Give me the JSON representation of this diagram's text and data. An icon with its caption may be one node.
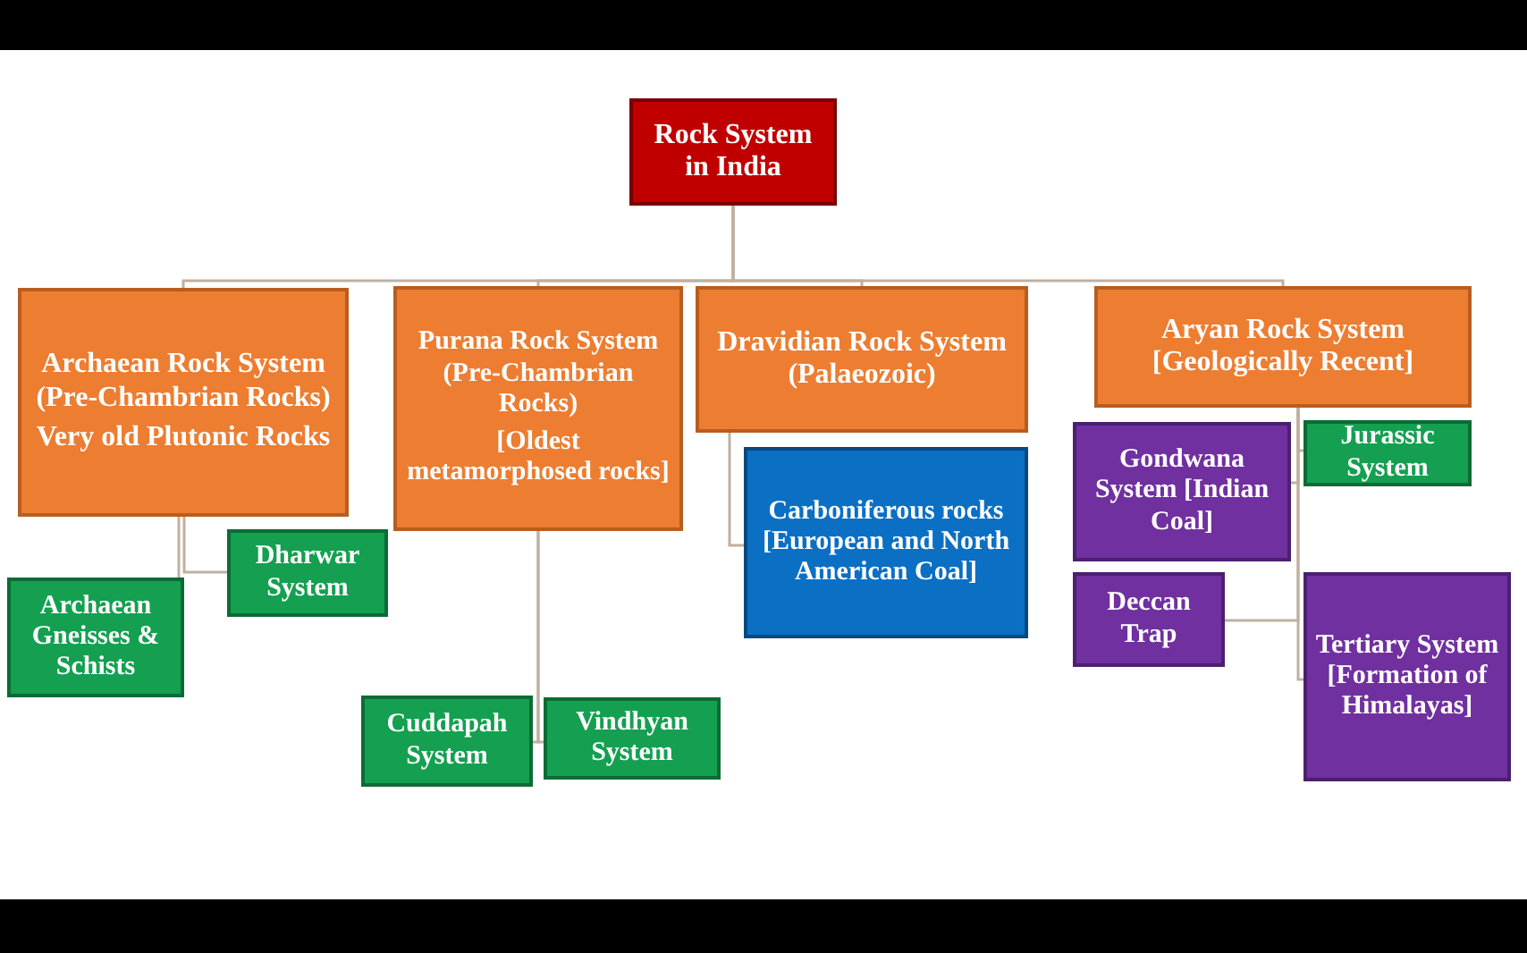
{
  "diagram": {
    "nodes": [
      {
        "text": [
          "Rock System in India"
        ]
      },
      {
        "text": [
          "Archaean Rock System (Pre-Chambrian Rocks)",
          "Very old Plutonic Rocks"
        ]
      },
      {
        "text": [
          "Purana Rock System  (Pre-Chambrian Rocks)",
          "[Oldest metamorphosed rocks]"
        ]
      },
      {
        "text": [
          "Dravidian Rock System (Palaeozoic)"
        ]
      },
      {
        "text": [
          "Aryan Rock System [Geologically Recent]"
        ]
      },
      {
        "text": [
          "Archaean Gneisses & Schists"
        ]
      },
      {
        "text": [
          "Dharwar System"
        ]
      },
      {
        "text": [
          "Cuddapah System"
        ]
      },
      {
        "text": [
          "Vindhyan System"
        ]
      },
      {
        "text": [
          "Carboniferous rocks [European and North American Coal]"
        ]
      },
      {
        "text": [
          "Gondwana System [Indian Coal]"
        ]
      },
      {
        "text": [
          "Jurassic System"
        ]
      },
      {
        "text": [
          "Deccan Trap"
        ]
      },
      {
        "text": [
          "Tertiary System [Formation of Himalayas]"
        ]
      }
    ],
    "edges": [
      {
        "from": 0,
        "to": 1,
        "arrow": "none"
      },
      {
        "from": 0,
        "to": 2,
        "arrow": "none"
      },
      {
        "from": 0,
        "to": 3,
        "arrow": "none"
      },
      {
        "from": 0,
        "to": 4,
        "arrow": "none"
      },
      {
        "from": 1,
        "to": 5,
        "arrow": "none"
      },
      {
        "from": 1,
        "to": 6,
        "arrow": "none"
      },
      {
        "from": 2,
        "to": 7,
        "arrow": "none"
      },
      {
        "from": 2,
        "to": 8,
        "arrow": "none"
      },
      {
        "from": 3,
        "to": 9,
        "arrow": "none"
      },
      {
        "from": 4,
        "to": 10,
        "arrow": "none"
      },
      {
        "from": 4,
        "to": 11,
        "arrow": "none"
      },
      {
        "from": 4,
        "to": 12,
        "arrow": "none"
      },
      {
        "from": 4,
        "to": 13,
        "arrow": "none"
      }
    ]
  }
}
